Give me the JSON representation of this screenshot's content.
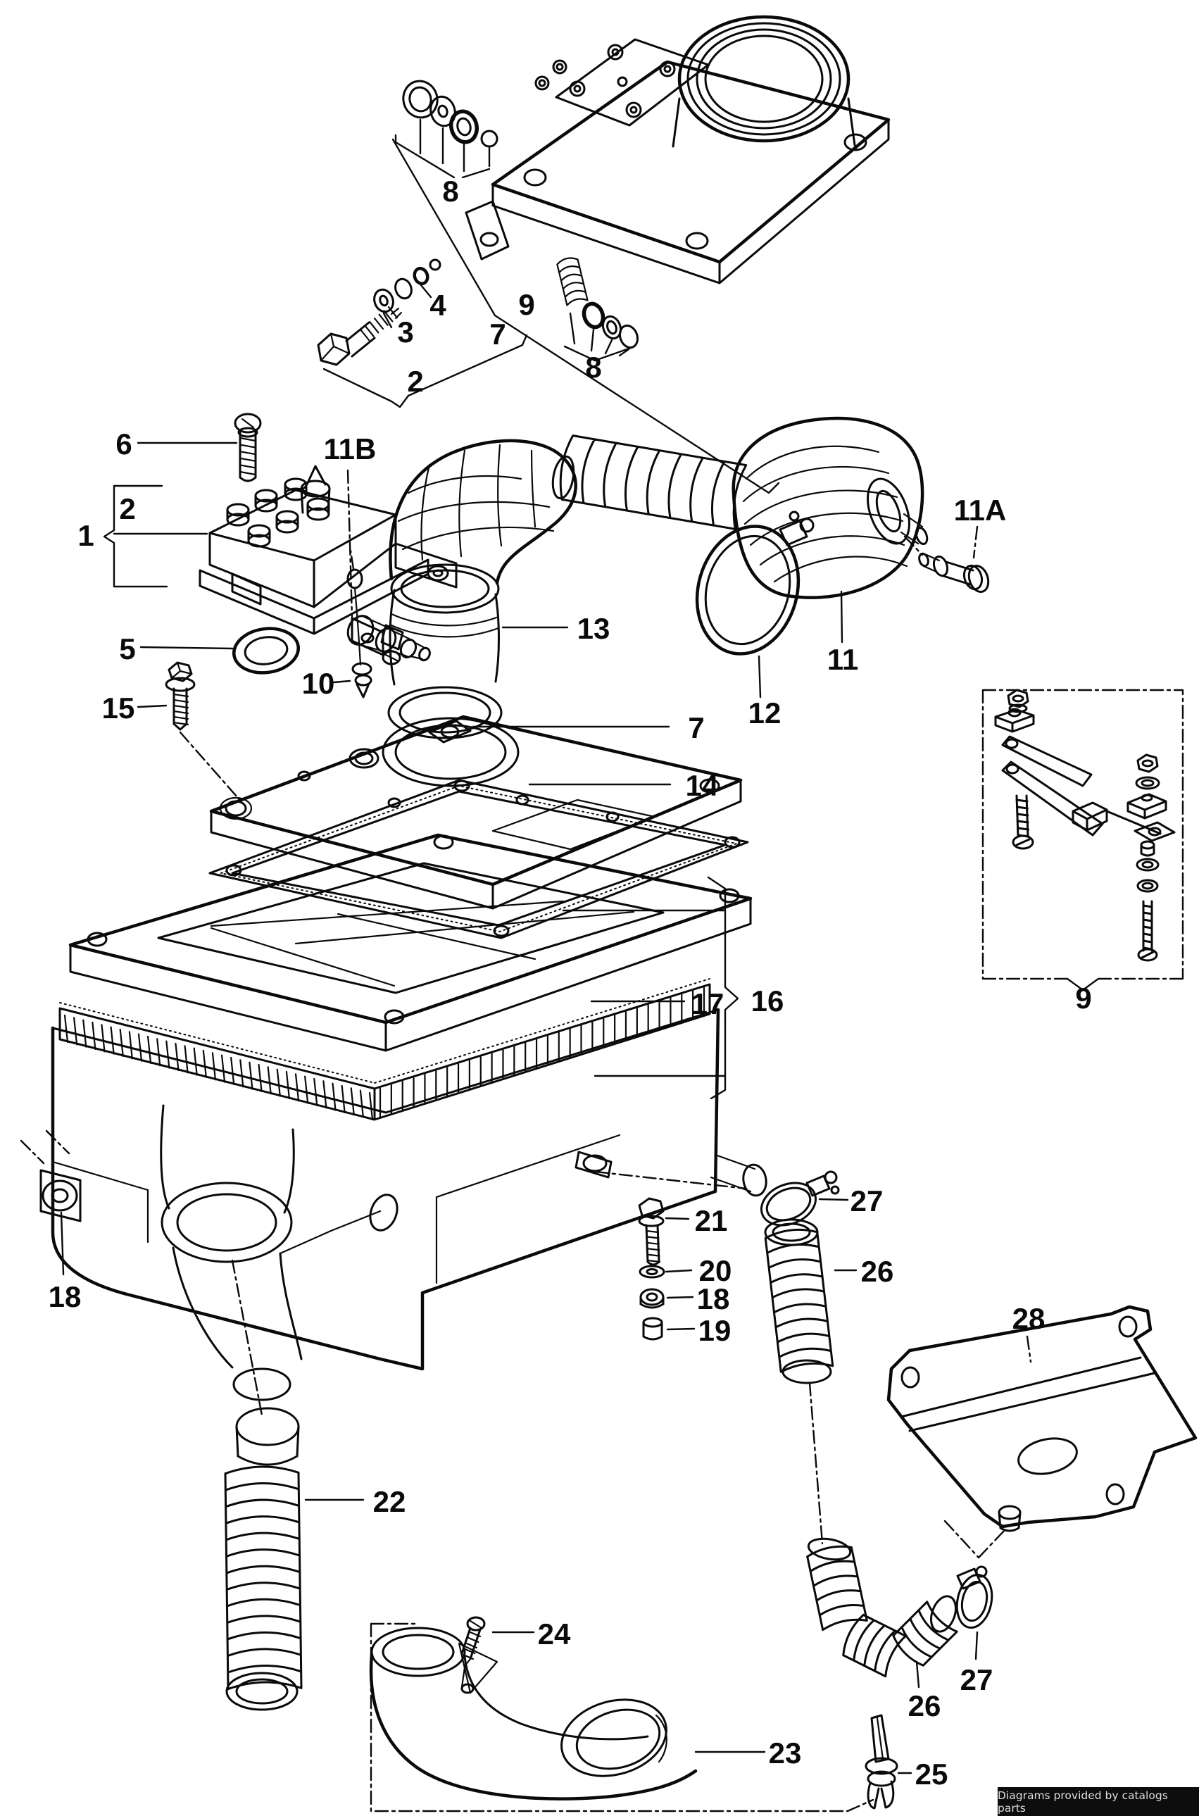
{
  "badge": {
    "text": "Diagrams provided by catalogs parts",
    "bg": "#0d0d0d",
    "fg": "#dedede"
  },
  "colors": {
    "line": "#0a0a0a",
    "background": "#ffffff"
  },
  "callouts": [
    {
      "id": "seal-kit-top-left",
      "label": "8"
    },
    {
      "id": "washer-3",
      "label": "3"
    },
    {
      "id": "ring-4",
      "label": "4"
    },
    {
      "id": "adjuster-screw-kit",
      "label": "2"
    },
    {
      "id": "cover-plate-top",
      "label": "7"
    },
    {
      "id": "throttle-mount-kit",
      "label": "9"
    },
    {
      "id": "spring-seal-kit",
      "label": "8"
    },
    {
      "id": "screw-6",
      "label": "6"
    },
    {
      "id": "plug-11b",
      "label": "11B"
    },
    {
      "id": "metering-assembly",
      "label": "1"
    },
    {
      "id": "metering-head",
      "label": "2"
    },
    {
      "id": "seal-ring-5",
      "label": "5"
    },
    {
      "id": "bolt-15",
      "label": "15"
    },
    {
      "id": "valve-10",
      "label": "10"
    },
    {
      "id": "hose-13",
      "label": "13"
    },
    {
      "id": "silencer-11",
      "label": "11"
    },
    {
      "id": "clamp-ring-12",
      "label": "12"
    },
    {
      "id": "plug-11a",
      "label": "11A"
    },
    {
      "id": "cover-7",
      "label": "7"
    },
    {
      "id": "gasket-14",
      "label": "14"
    },
    {
      "id": "filter-element-17",
      "label": "17"
    },
    {
      "id": "housing-group-16",
      "label": "16"
    },
    {
      "id": "mount-kit-box-9",
      "label": "9"
    },
    {
      "id": "grommet-18-left",
      "label": "18"
    },
    {
      "id": "bolt-21",
      "label": "21"
    },
    {
      "id": "washer-20",
      "label": "20"
    },
    {
      "id": "grommet-18-mid",
      "label": "18"
    },
    {
      "id": "bushing-19",
      "label": "19"
    },
    {
      "id": "clamp-27-upper",
      "label": "27"
    },
    {
      "id": "hose-26-upper",
      "label": "26"
    },
    {
      "id": "bracket-28",
      "label": "28"
    },
    {
      "id": "hose-22",
      "label": "22"
    },
    {
      "id": "screw-24",
      "label": "24"
    },
    {
      "id": "intake-elbow-23",
      "label": "23"
    },
    {
      "id": "hose-26-lower",
      "label": "26"
    },
    {
      "id": "clamp-27-lower",
      "label": "27"
    },
    {
      "id": "plug-25",
      "label": "25"
    }
  ]
}
